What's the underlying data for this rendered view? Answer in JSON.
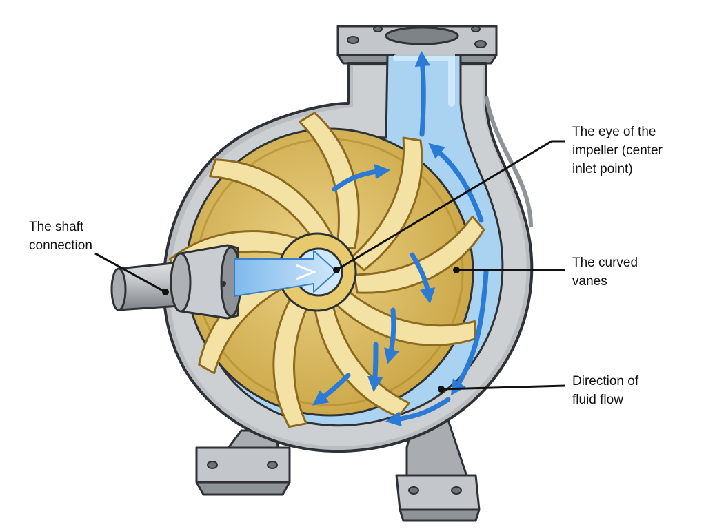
{
  "labels": {
    "shaft": [
      "The shaft",
      "connection"
    ],
    "eye": [
      "The eye of the",
      "impeller (center",
      "inlet point)"
    ],
    "vanes": [
      "The curved",
      "vanes"
    ],
    "flow": [
      "Direction of",
      "fluid flow"
    ]
  },
  "colors": {
    "casing": "#b9bcc0",
    "casing_stroke": "#2e3135",
    "water": "#a9d3f0",
    "flow_arrow": "#2a7ad6",
    "impeller": "#d9b95a",
    "vane": "#f3e2a3",
    "leader_line": "#111111"
  },
  "icons": {
    "casing": "pump-casing-cutaway",
    "impeller": "impeller-with-curved-vanes",
    "shaft": "drive-shaft",
    "arrows": "flow-direction-arrows"
  }
}
